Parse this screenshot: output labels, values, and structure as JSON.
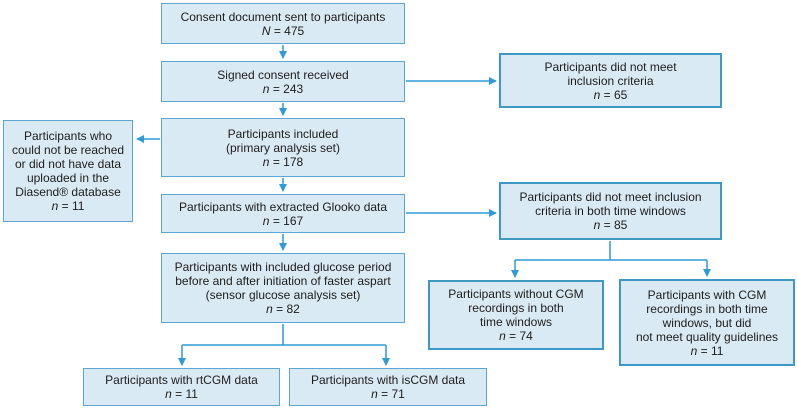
{
  "colors": {
    "box_fill": "#daeaf5",
    "box_border": "#59a7d2",
    "box_border_heavy": "#3f97c4",
    "connector": "#2e9bd6",
    "text": "#1c1c1c"
  },
  "boxes": {
    "consent_sent": {
      "text": "Consent document sent to participants",
      "n_symbol": "N",
      "n_rest": " = 475"
    },
    "signed_consent": {
      "text": "Signed consent received",
      "n_symbol": "n",
      "n_rest": " = 243"
    },
    "not_meet_inclusion": {
      "text": "Participants did not meet\ninclusion criteria",
      "n_symbol": "n",
      "n_rest": " = 65"
    },
    "diasend_unreached": {
      "text": "Participants who\ncould not be reached\nor did not have data\nuploaded in the\nDiasend® database",
      "n_symbol": "n",
      "n_rest": " = 11"
    },
    "included_primary": {
      "text": "Participants included\n(primary analysis set)",
      "n_symbol": "n",
      "n_rest": " = 178"
    },
    "glooko_data": {
      "text": "Participants with extracted Glooko data",
      "n_symbol": "n",
      "n_rest": " = 167"
    },
    "not_meet_windows": {
      "text": "Participants did not meet inclusion\ncriteria in both time windows",
      "n_symbol": "n",
      "n_rest": " = 85"
    },
    "glucose_period": {
      "text": "Participants with included glucose period\nbefore and after initiation of faster aspart\n(sensor glucose analysis set)",
      "n_symbol": "n",
      "n_rest": " = 82"
    },
    "without_cgm": {
      "text": "Participants without CGM\nrecordings in both\ntime windows",
      "n_symbol": "n",
      "n_rest": " = 74"
    },
    "cgm_quality": {
      "text": "Participants with CGM\nrecordings in both time\nwindows, but did\nnot meet quality guidelines",
      "n_symbol": "n",
      "n_rest": " = 11"
    },
    "rtcgm": {
      "text": "Participants with rtCGM data",
      "n_symbol": "n",
      "n_rest": " = 11"
    },
    "iscgm": {
      "text": "Participants with isCGM data",
      "n_symbol": "n",
      "n_rest": " = 71"
    }
  }
}
